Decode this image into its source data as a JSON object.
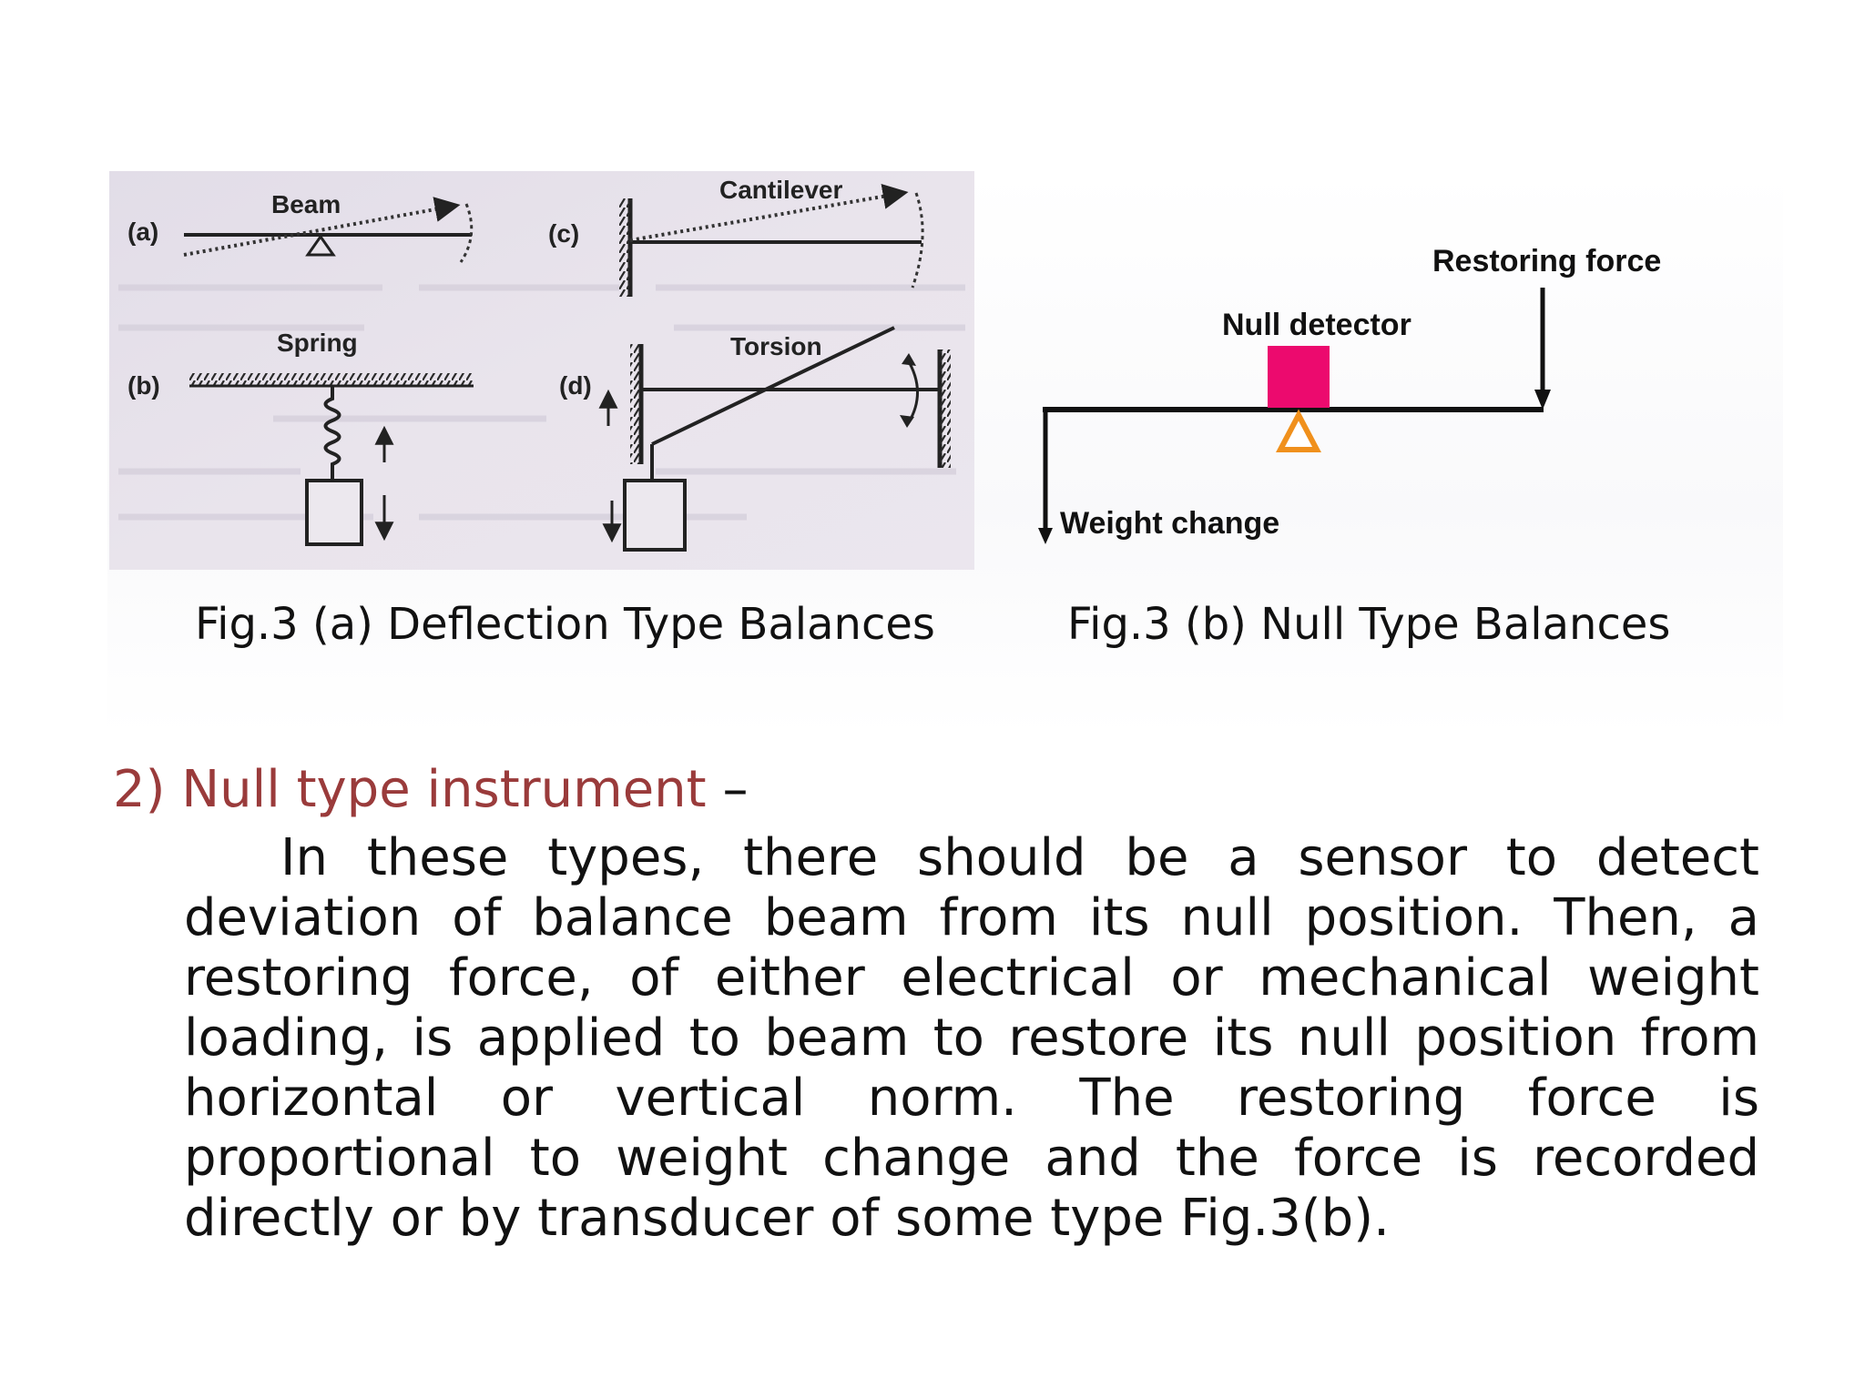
{
  "figure_a": {
    "caption": "Fig.3 (a) Deflection Type Balances",
    "labels": {
      "a": "(a)",
      "b": "(b)",
      "c": "(c)",
      "d": "(d)",
      "beam": "Beam",
      "spring": "Spring",
      "cantilever": "Cantilever",
      "torsion": "Torsion"
    }
  },
  "figure_b": {
    "caption": "Fig.3 (b)  Null Type Balances",
    "labels": {
      "restoring_force": "Restoring force",
      "null_detector": "Null detector",
      "weight_change": "Weight change"
    },
    "colors": {
      "detector": "#ec0a6e",
      "fulcrum": "#f0901c"
    }
  },
  "section": {
    "number_title": "2) Null type instrument",
    "dash": " –",
    "paragraph": "In these types, there should be a sensor to detect deviation of balance beam from its null position. Then, a restoring force, of either electrical or mechanical weight loading, is applied to beam to restore its null position from horizontal or vertical norm. The restoring force is proportional to weight change and the force is recorded directly or by transducer of some type Fig.3(b)."
  },
  "colors": {
    "heading_accent": "#9a3b3b",
    "scan_background": "#e6e1ea"
  }
}
